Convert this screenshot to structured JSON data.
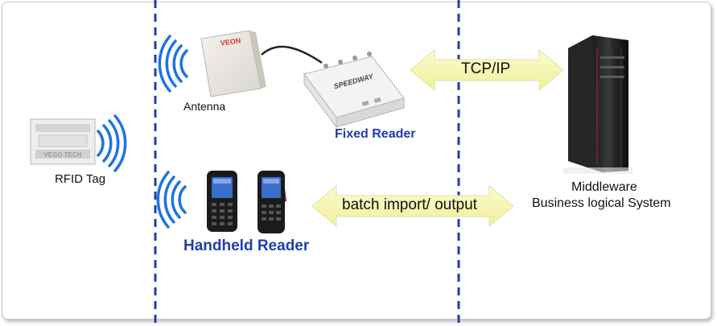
{
  "labels": {
    "rfid_tag": "RFID Tag",
    "antenna": "Antenna",
    "fixed_reader": "Fixed Reader",
    "handheld_reader": "Handheld Reader",
    "tcp_ip": "TCP/IP",
    "batch": "batch import/ output",
    "middleware_line1": "Middleware",
    "middleware_line2": "Business logical System"
  },
  "tag_text": "VEGO TECH",
  "antenna_brand": "VEON",
  "reader_brand": "SPEEDWAY",
  "colors": {
    "divider": "#1f3fa8",
    "waves": "#1e74e0",
    "arrow_fill": "#f6f6a8",
    "arrow_stroke": "#e3e3a0",
    "label_blue": "#1f3fa8"
  }
}
